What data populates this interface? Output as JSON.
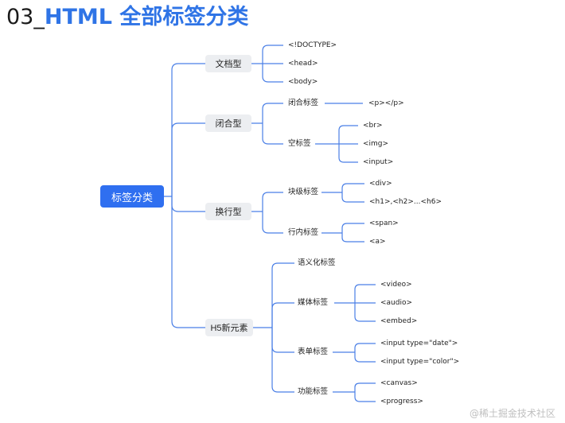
{
  "title": {
    "prefix": "03_",
    "highlight": "HTML 全部标签分类"
  },
  "root": "标签分类",
  "groups": {
    "doc": "文档型",
    "closed": "闭合型",
    "inline": "换行型",
    "h5": "H5新元素"
  },
  "subs": {
    "closed_tag": "闭合标签",
    "empty_tag": "空标签",
    "block_tag": "块级标签",
    "inline_tag": "行内标签",
    "semantic": "语义化标签",
    "media": "媒体标签",
    "form": "表单标签",
    "function": "功能标签"
  },
  "leaves": {
    "doctype": "<!DOCTYPE>",
    "head": "<head>",
    "body": "<body>",
    "p": "<p></p>",
    "br": "<br>",
    "img": "<img>",
    "input": "<input>",
    "div": "<div>",
    "h": "<h1>,<h2>...<h6>",
    "span": "<span>",
    "a": "<a>",
    "video": "<video>",
    "audio": "<audio>",
    "embed": "<embed>",
    "input_date": "<input type=\"date\">",
    "input_color": "<input type=\"color\">",
    "canvas": "<canvas>",
    "progress": "<progress>"
  },
  "footer": "@稀土掘金技术社区",
  "colors": {
    "accent": "#2f74e6",
    "root_bg": "#2f6ff0",
    "line": "#4a7fe6"
  }
}
